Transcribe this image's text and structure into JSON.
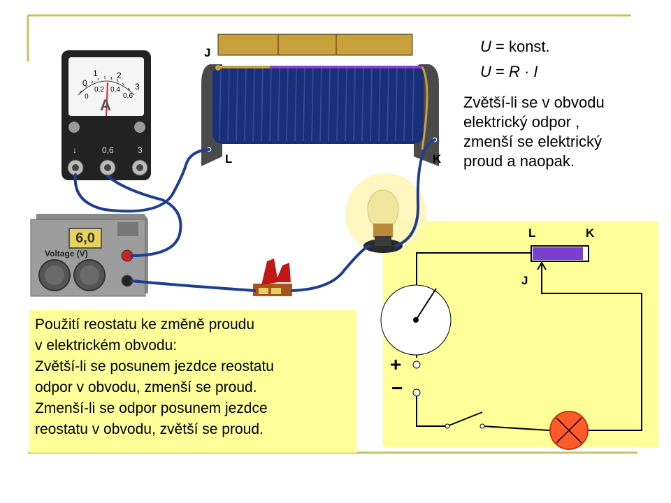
{
  "formulas": {
    "line1_sym": "U",
    "line1_rest": " = konst.",
    "line2_sym_u": "U",
    "line2_mid": " = ",
    "line2_sym_r": "R",
    "line2_dot": " · ",
    "line2_sym_i": "I"
  },
  "note": {
    "line1": "Zvětší-li se v obvodu",
    "line2": "elektrický odpor ,",
    "line3": "zmenší se elektrický",
    "line4": "proud a naopak."
  },
  "caption": {
    "line1": "Použití reostatu ke změně proudu",
    "line2": "v elektrickém obvodu:",
    "line3": "Zvětší-li se posunem jezdce reostatu",
    "line4": "odpor v obvodu, zmenší se proud.",
    "line5": "Zmenší-li se odpor posunem jezdce",
    "line6": "reostatu v obvodu, zvětší se proud."
  },
  "rheostat_labels": {
    "j": "J",
    "l": "L",
    "k": "K"
  },
  "schematic_labels": {
    "l": "L",
    "k": "K",
    "j": "J",
    "plus": "+",
    "minus": "−"
  },
  "ammeter": {
    "symbol": "A",
    "scale_outer": [
      "0",
      "1",
      "2",
      "3"
    ],
    "scale_inner": [
      "0",
      "0,2",
      "0,4",
      "0,6"
    ],
    "terminals": [
      "↓",
      "0,6",
      "3"
    ]
  },
  "power_supply": {
    "display": "6,0",
    "panel_label": "Voltage (V)"
  },
  "colors": {
    "frame_line": "#c8c060",
    "caption_bg": "#ffff99",
    "schematic_bg": "#ffff99",
    "coil": "#1a2f7a",
    "slider_bar": "#c9a13a",
    "schematic_slider": "#7a3fd0",
    "wire": "#1e3f8f",
    "bulb_symbol": "#ff5a2a"
  }
}
